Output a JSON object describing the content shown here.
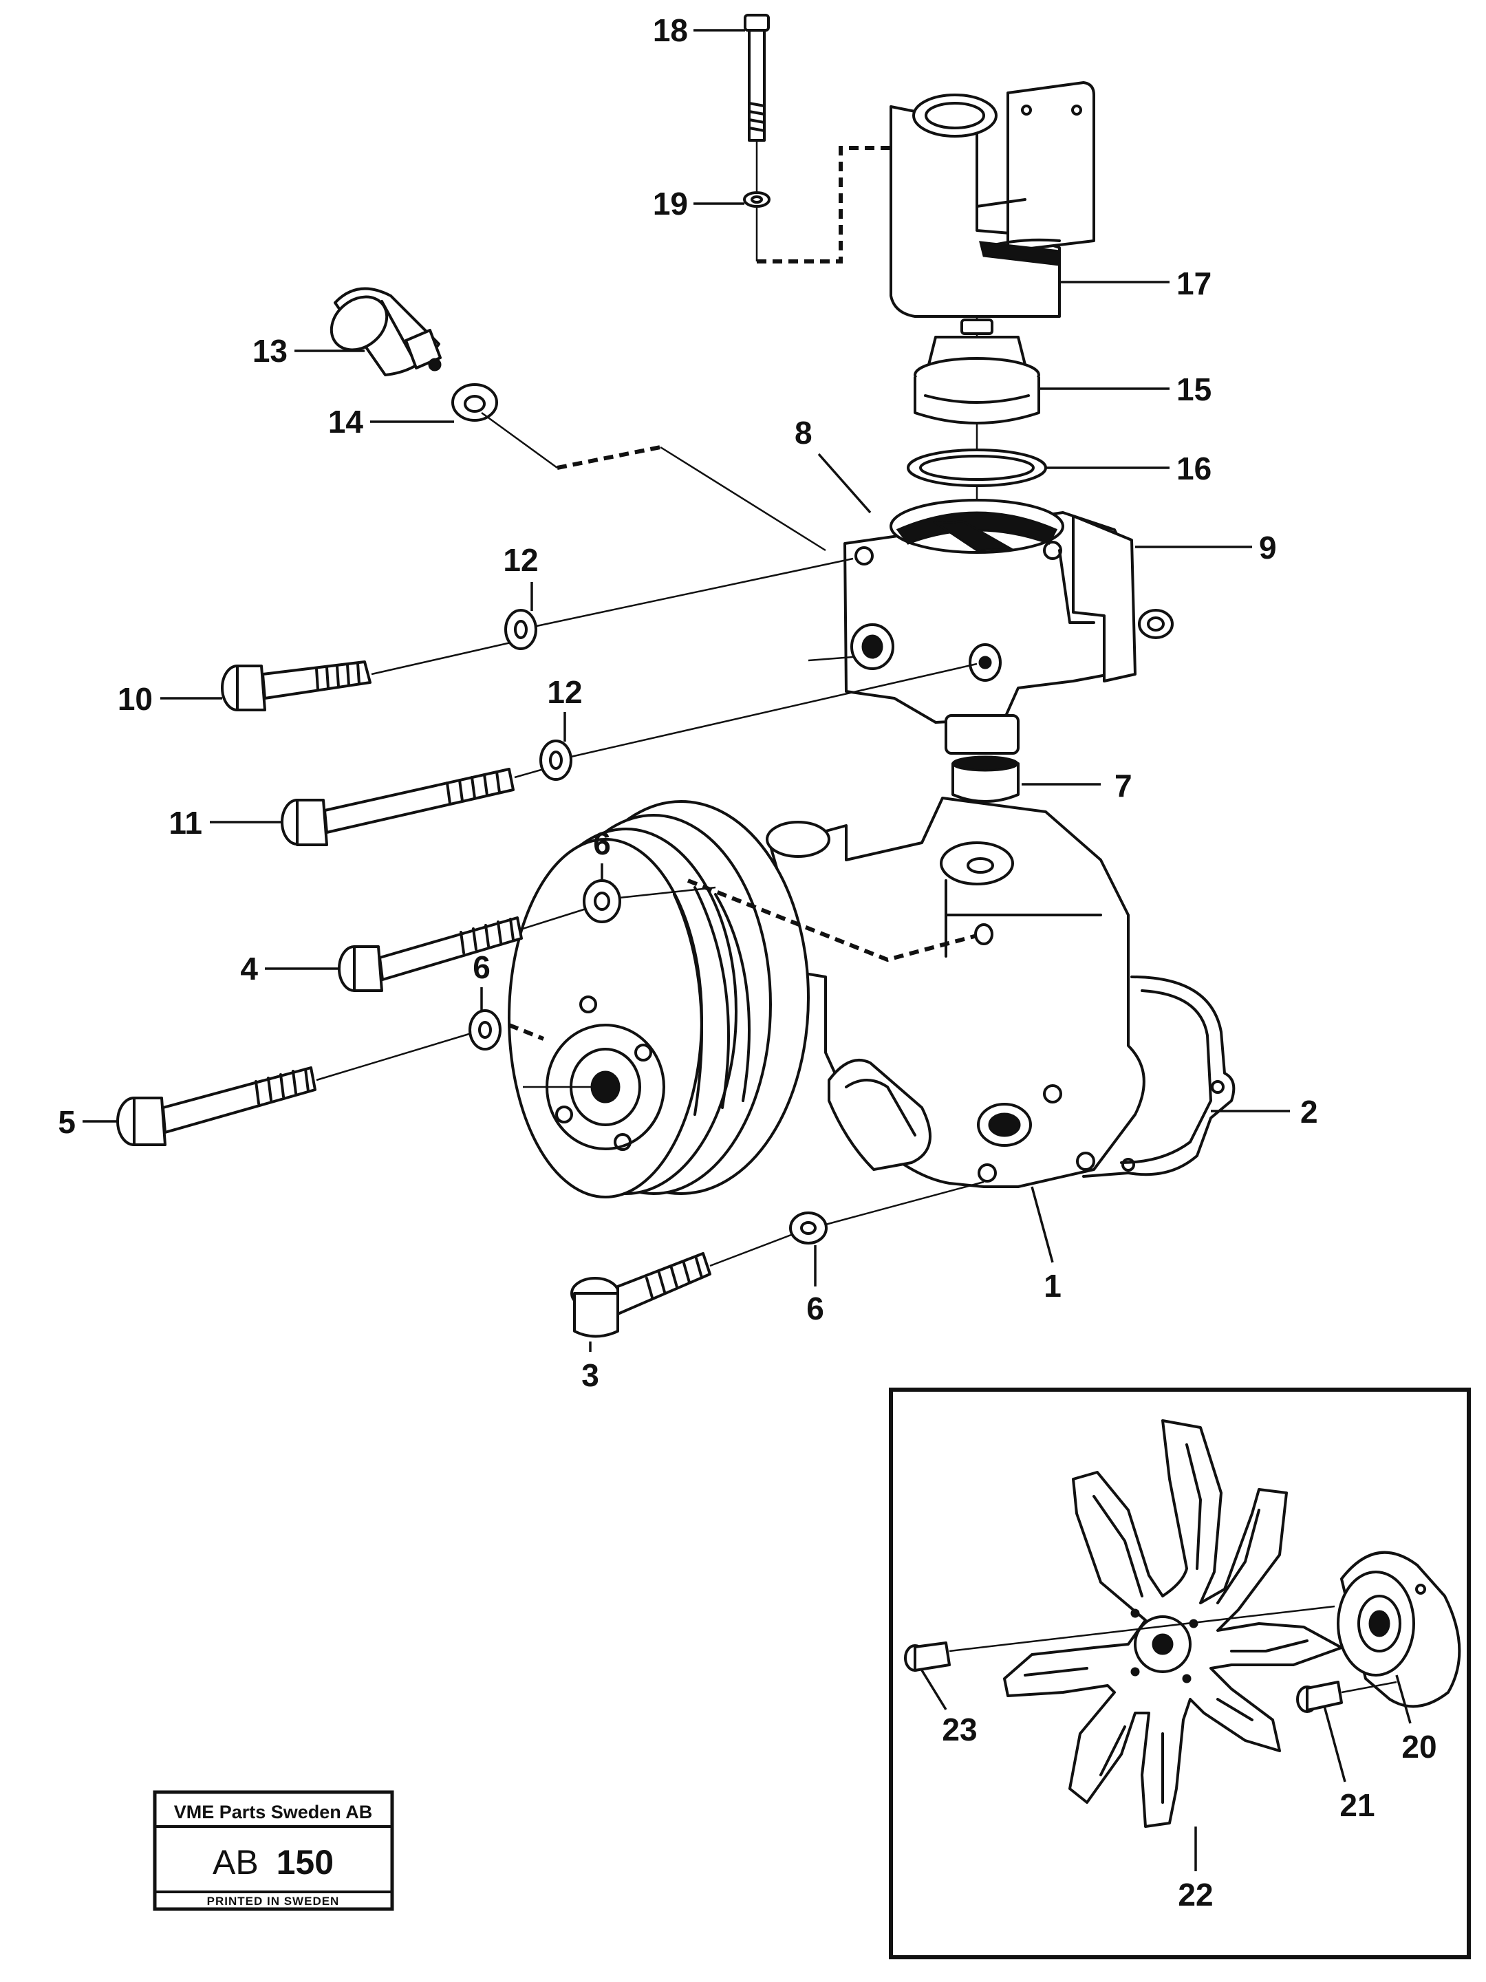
{
  "callouts": {
    "c1": "1",
    "c2": "2",
    "c3": "3",
    "c4": "4",
    "c5": "5",
    "c6a": "6",
    "c6b": "6",
    "c6c": "6",
    "c7": "7",
    "c8": "8",
    "c9": "9",
    "c10": "10",
    "c11": "11",
    "c12a": "12",
    "c12b": "12",
    "c13": "13",
    "c14": "14",
    "c15": "15",
    "c16": "16",
    "c17": "17",
    "c18": "18",
    "c19": "19",
    "c20": "20",
    "c21": "21",
    "c22": "22",
    "c23": "23"
  },
  "stamp": {
    "company": "VME Parts Sweden AB",
    "code_prefix": "AB",
    "code_number": "150",
    "printed": "PRINTED IN SWEDEN"
  },
  "icons": [
    "coolant-pump-housing",
    "pulley",
    "thermostat",
    "sensor",
    "fan"
  ],
  "colors": {
    "ink": "#111111",
    "paper": "#ffffff"
  }
}
